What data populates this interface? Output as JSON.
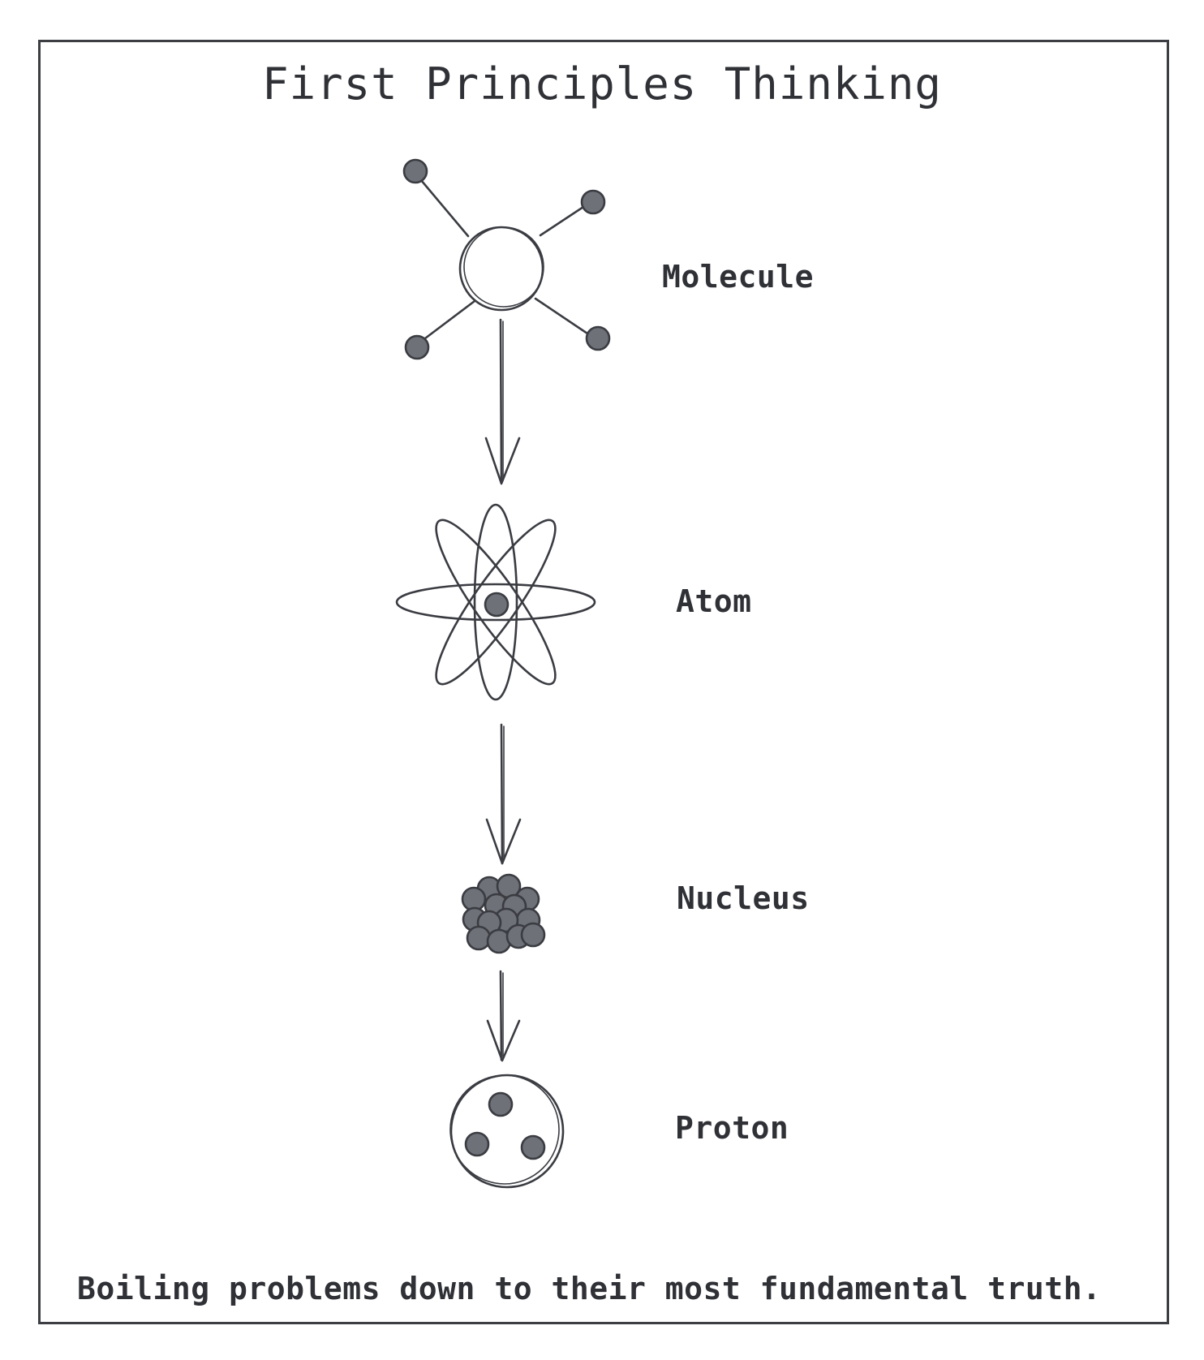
{
  "diagram": {
    "title": "First Principles Thinking",
    "levels": [
      {
        "label": "Molecule",
        "icon": "molecule-icon"
      },
      {
        "label": "Atom",
        "icon": "atom-icon"
      },
      {
        "label": "Nucleus",
        "icon": "nucleus-icon"
      },
      {
        "label": "Proton",
        "icon": "proton-icon"
      }
    ],
    "caption": "Boiling problems down to their most fundamental truth.",
    "colors": {
      "ink": "#3a3c42",
      "fill": "#6e7178",
      "background": "#ffffff"
    }
  }
}
